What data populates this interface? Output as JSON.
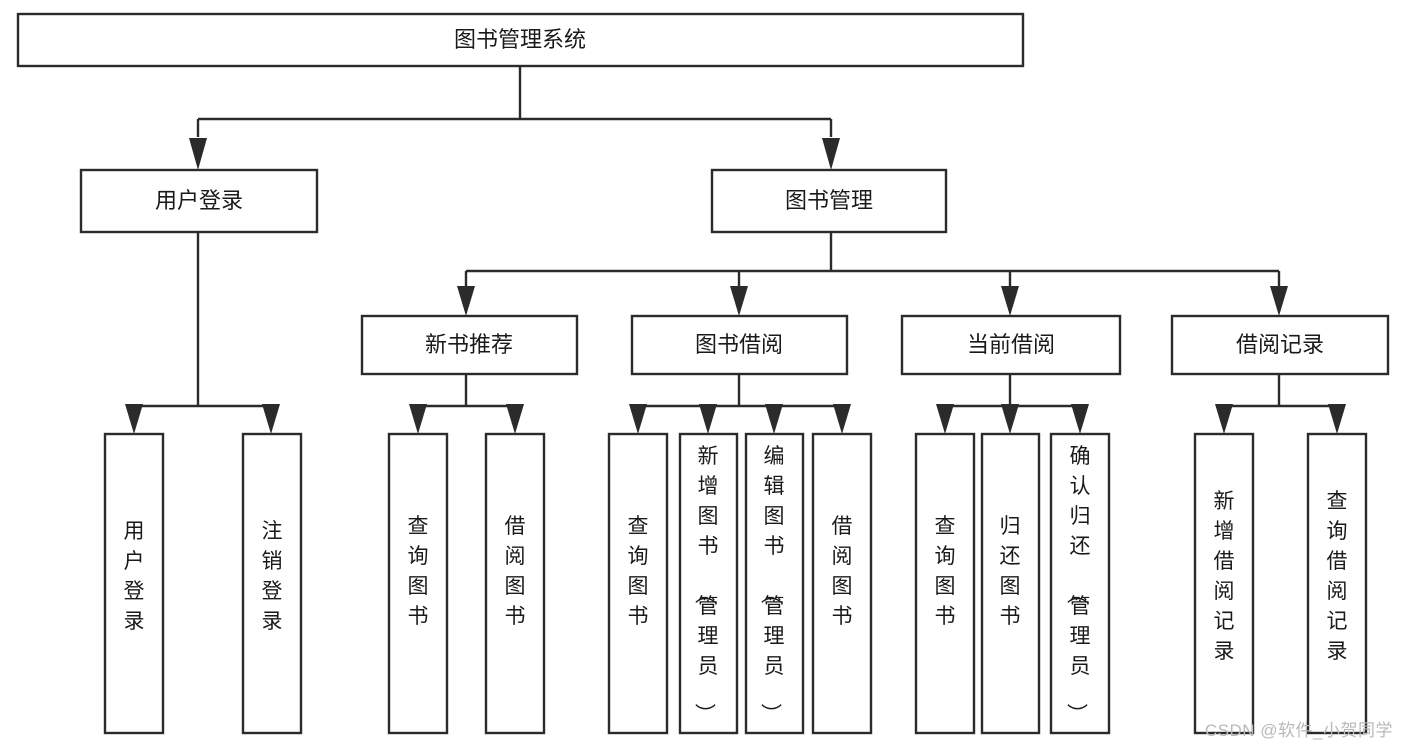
{
  "diagram": {
    "type": "tree-hierarchy-chart",
    "title": "图书管理系统",
    "watermark": "CSDN @软件_小贺同学",
    "colors": {
      "stroke": "#2b2b2b",
      "fill": "#ffffff",
      "text": "#1a1a1a",
      "watermark": "#b9b9b9"
    },
    "levels": [
      {
        "level": 1,
        "nodes": [
          {
            "id": "root",
            "label": "图书管理系统",
            "orientation": "horizontal"
          }
        ]
      },
      {
        "level": 2,
        "nodes": [
          {
            "id": "login",
            "label": "用户登录",
            "orientation": "horizontal",
            "parent": "root"
          },
          {
            "id": "bookmgmt",
            "label": "图书管理",
            "orientation": "horizontal",
            "parent": "root"
          }
        ]
      },
      {
        "level": 3,
        "nodes": [
          {
            "id": "newbook",
            "label": "新书推荐",
            "orientation": "horizontal",
            "parent": "bookmgmt"
          },
          {
            "id": "borrow",
            "label": "图书借阅",
            "orientation": "horizontal",
            "parent": "bookmgmt"
          },
          {
            "id": "current",
            "label": "当前借阅",
            "orientation": "horizontal",
            "parent": "bookmgmt"
          },
          {
            "id": "record",
            "label": "借阅记录",
            "orientation": "horizontal",
            "parent": "bookmgmt"
          }
        ]
      },
      {
        "level": 4,
        "nodes": [
          {
            "id": "leaf-user-login",
            "label": "用户登录",
            "orientation": "vertical",
            "parent": "login"
          },
          {
            "id": "leaf-logout",
            "label": "注销登录",
            "orientation": "vertical",
            "parent": "login"
          },
          {
            "id": "leaf-query-book-1",
            "label": "查询图书",
            "orientation": "vertical",
            "parent": "newbook"
          },
          {
            "id": "leaf-borrow-book-1",
            "label": "借阅图书",
            "orientation": "vertical",
            "parent": "newbook"
          },
          {
            "id": "leaf-query-book-2",
            "label": "查询图书",
            "orientation": "vertical",
            "parent": "borrow"
          },
          {
            "id": "leaf-add-book",
            "label": "新增图书（管理员）",
            "orientation": "vertical",
            "parent": "borrow"
          },
          {
            "id": "leaf-edit-book",
            "label": "编辑图书（管理员）",
            "orientation": "vertical",
            "parent": "borrow"
          },
          {
            "id": "leaf-borrow-book-2",
            "label": "借阅图书",
            "orientation": "vertical",
            "parent": "borrow"
          },
          {
            "id": "leaf-query-book-3",
            "label": "查询图书",
            "orientation": "vertical",
            "parent": "current"
          },
          {
            "id": "leaf-return-book",
            "label": "归还图书",
            "orientation": "vertical",
            "parent": "current"
          },
          {
            "id": "leaf-confirm-return",
            "label": "确认归还（管理员）",
            "orientation": "vertical",
            "parent": "current"
          },
          {
            "id": "leaf-add-record",
            "label": "新增借阅记录",
            "orientation": "vertical",
            "parent": "record"
          },
          {
            "id": "leaf-query-record",
            "label": "查询借阅记录",
            "orientation": "vertical",
            "parent": "record"
          }
        ]
      }
    ]
  }
}
